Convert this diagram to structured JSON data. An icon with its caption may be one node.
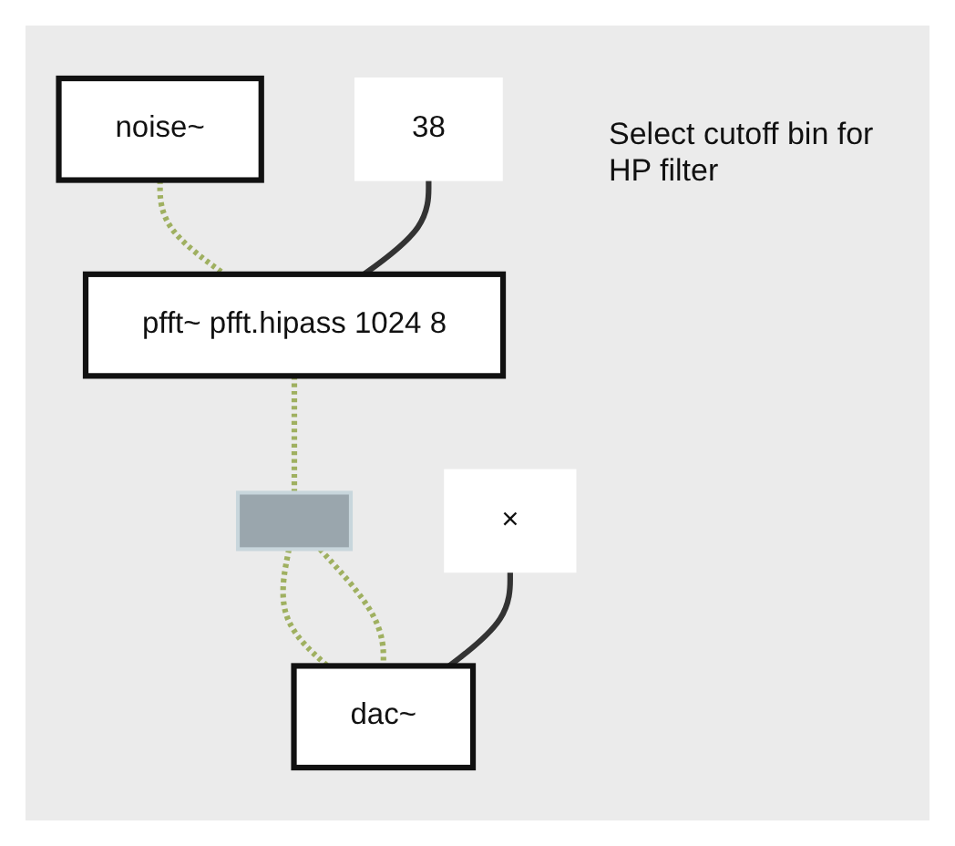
{
  "diagram": {
    "nodes": [
      {
        "text": [
          "noise~"
        ]
      },
      {
        "text": [
          "38"
        ]
      },
      {
        "text": [
          "pfft~ pfft.hipass 1024 8"
        ]
      },
      {
        "text": [],
        "shape": "bar"
      },
      {
        "text": [
          "×"
        ]
      },
      {
        "text": [
          "dac~"
        ]
      }
    ],
    "edges": [
      {
        "from": 0,
        "to": 2,
        "arrow": "none",
        "style": "dashed"
      },
      {
        "from": 1,
        "to": 2,
        "arrow": "none",
        "color": "#333333"
      },
      {
        "from": 2,
        "to": 3,
        "arrow": "none",
        "style": "dashed"
      },
      {
        "from": 3,
        "to": 5,
        "arrow": "none",
        "style": "dashed"
      },
      {
        "from": 4,
        "to": 5,
        "arrow": "none",
        "color": "#333333"
      },
      {
        "from": 3,
        "to": 5,
        "arrow": "none",
        "style": "dashed"
      }
    ],
    "labels": [
      "Select cutoff bin for HP filter"
    ]
  }
}
